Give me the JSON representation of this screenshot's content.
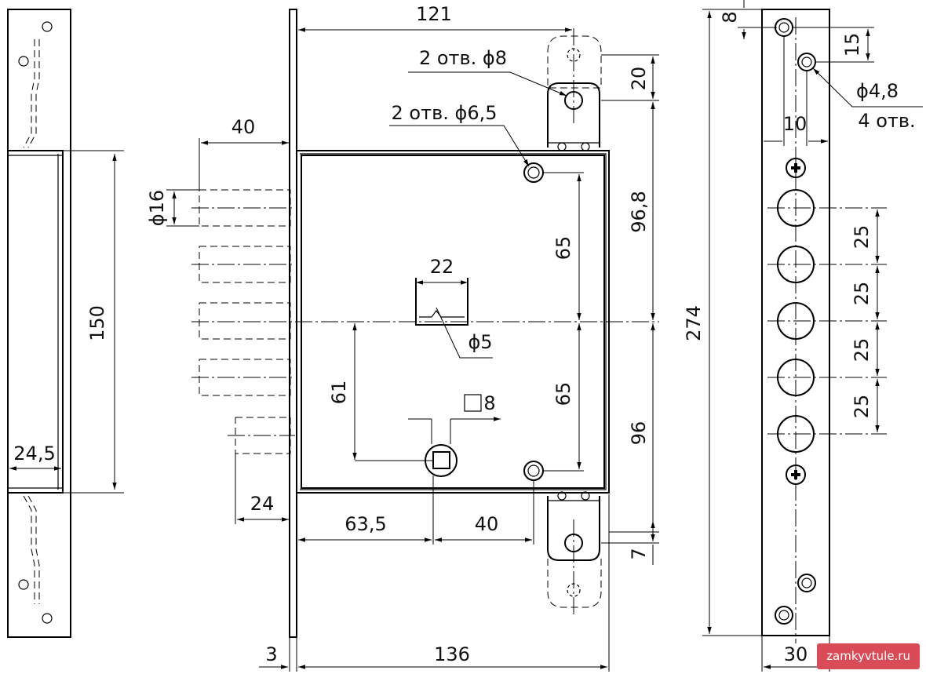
{
  "labels": {
    "d121": "121",
    "holes8": "2 отв. ϕ8",
    "d20": "20",
    "holes65": "2 отв. ϕ6,5",
    "d40top": "40",
    "d16": "ϕ16",
    "d968": "96,8",
    "d65a": "65",
    "d22": "22",
    "d5": "ϕ5",
    "d150": "150",
    "d61": "61",
    "d65b": "65",
    "sq8": "8",
    "d96": "96",
    "d245": "24,5",
    "d24": "24",
    "d635": "63,5",
    "d40bot": "40",
    "d7": "7",
    "d3": "3",
    "d136": "136",
    "d8": "8",
    "d15": "15",
    "d48": "ϕ4,8",
    "holes4": "4 отв.",
    "d10": "10",
    "d274": "274",
    "d25a": "25",
    "d25b": "25",
    "d25c": "25",
    "d25d": "25",
    "d30": "30"
  },
  "watermark": "zamkyvtule.ru"
}
